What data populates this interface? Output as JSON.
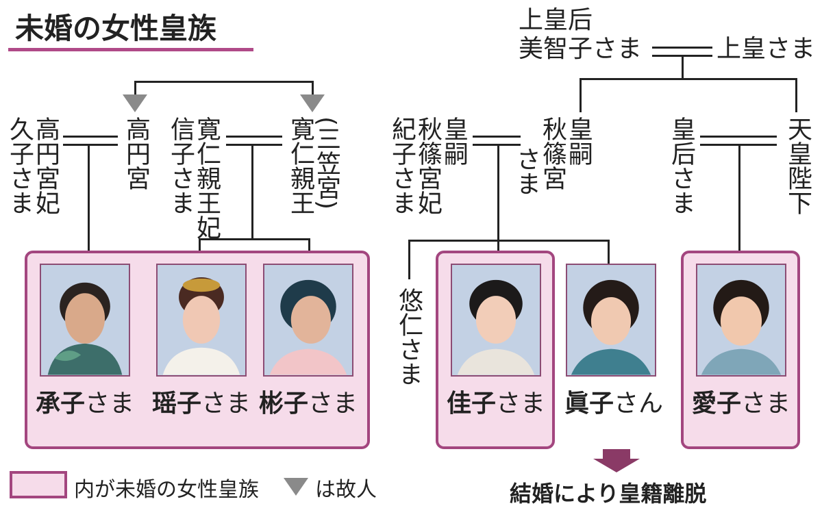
{
  "title": "未婚の女性皇族",
  "people": {
    "empress_emerita": {
      "line1": "上皇后",
      "line2": "美智子さま"
    },
    "emperor_emeritus": "上皇さま",
    "hisako": "久子さま",
    "takamado_mother": "高円宮妃",
    "takamado": "高円宮",
    "nobuko_a": "信子さま",
    "nobuko_b": "寛仁親王妃",
    "tomohito_a": "寛仁親王",
    "tomohito_b": "(三笠宮)",
    "kiko_a": "紀子さま",
    "kiko_b": "秋篠宮妃",
    "kiko_c": "皇嗣",
    "akishino_a": "秋篠宮",
    "akishino_b": "さま",
    "akishino_c": "皇嗣",
    "empress_a": "皇后さま",
    "emperor_a": "天皇陛下",
    "hisahito": "悠仁さま"
  },
  "princesses": [
    {
      "id": "tsuguko",
      "name_main": "承子",
      "name_rest": "さま"
    },
    {
      "id": "yoko",
      "name_main": "瑶子",
      "name_rest": "さま"
    },
    {
      "id": "akiko",
      "name_main": "彬子",
      "name_rest": "さま"
    },
    {
      "id": "kako",
      "name_main": "佳子",
      "name_rest": "さま"
    },
    {
      "id": "mako",
      "name_main": "眞子",
      "name_rest": "さん"
    },
    {
      "id": "aiko",
      "name_main": "愛子",
      "name_rest": "さま"
    }
  ],
  "legend": {
    "box_text": "内が未婚の女性皇族",
    "triangle_text": "は故人"
  },
  "result_text": "結婚により皇籍離脱",
  "colors": {
    "frame": "#a3467f",
    "frame_fill": "#f6dcea",
    "deceased_marker": "#8a8a8a",
    "photo_bg": "#c3d1e4"
  }
}
